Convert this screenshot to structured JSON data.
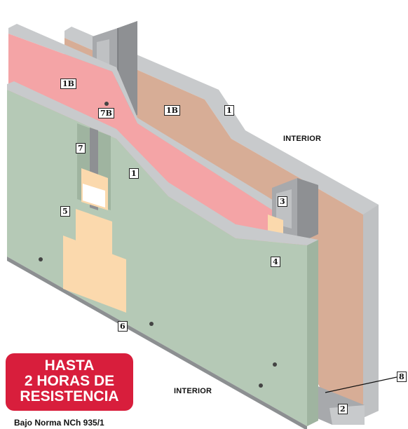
{
  "callouts": {
    "c1b_left": "1B",
    "c1b_mid": "1B",
    "c1_top": "1",
    "c7b": "7B",
    "c7": "7",
    "c1_front": "1",
    "c3": "3",
    "c5": "5",
    "c4": "4",
    "c6": "6",
    "c8": "8",
    "c2": "2"
  },
  "zones": {
    "interior_back": "INTERIOR",
    "interior_front": "INTERIOR"
  },
  "badge": {
    "line1": "HASTA",
    "line2": "2 HORAS DE",
    "line3": "RESISTENCIA",
    "color": "#d81e3c"
  },
  "norm_text": "Bajo Norma NCh 935/1",
  "colors": {
    "pink_board": "#f4a4a6",
    "brown_board": "#d7ad96",
    "green_board": "#b5c9b6",
    "tape": "#fbd9ad",
    "steel": "#a7a9ac",
    "board_edge": "#c9cbcd"
  }
}
